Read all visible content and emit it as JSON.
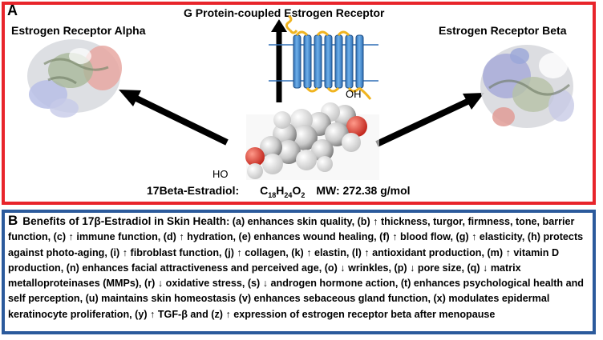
{
  "panel_a": {
    "label": "A",
    "top_title": "G Protein-coupled Estrogen Receptor",
    "left_title": "Estrogen Receptor Alpha",
    "right_title": "Estrogen Receptor Beta",
    "oh_label": "OH",
    "ho_label": "HO",
    "compound_name": "17Beta-Estradiol:",
    "formula_C": "C",
    "formula_C_sub": "18",
    "formula_H": "H",
    "formula_H_sub": "24",
    "formula_O": "O",
    "formula_O_sub": "2",
    "mw": "MW: 272.38 g/mol"
  },
  "panel_b": {
    "label": "B",
    "heading": "Benefits of 17β-Estradiol in Skin Health",
    "body": ": (a) enhances skin quality, (b) ↑ thickness, turgor, firmness, tone, barrier function, (c) ↑ immune function, (d) ↑ hydration, (e) enhances wound healing, (f) ↑ blood flow, (g) ↑ elasticity, (h) protects against photo-aging, (i) ↑ fibroblast function, (j) ↑ collagen, (k) ↑ elastin, (l) ↑ antioxidant production, (m) ↑ vitamin D production, (n) enhances facial attractiveness and perceived age, (o) ↓ wrinkles, (p) ↓ pore size, (q) ↓ matrix metalloproteinases (MMPs), (r) ↓ oxidative stress, (s) ↓ androgen hormone action, (t) enhances psychological health and self perception, (u) maintains skin homeostasis (v)  enhances sebaceous gland function, (x) modulates epidermal keratinocyte proliferation, (y) ↑ TGF-β and (z) ↑ expression of estrogen receptor beta after menopause"
  }
}
